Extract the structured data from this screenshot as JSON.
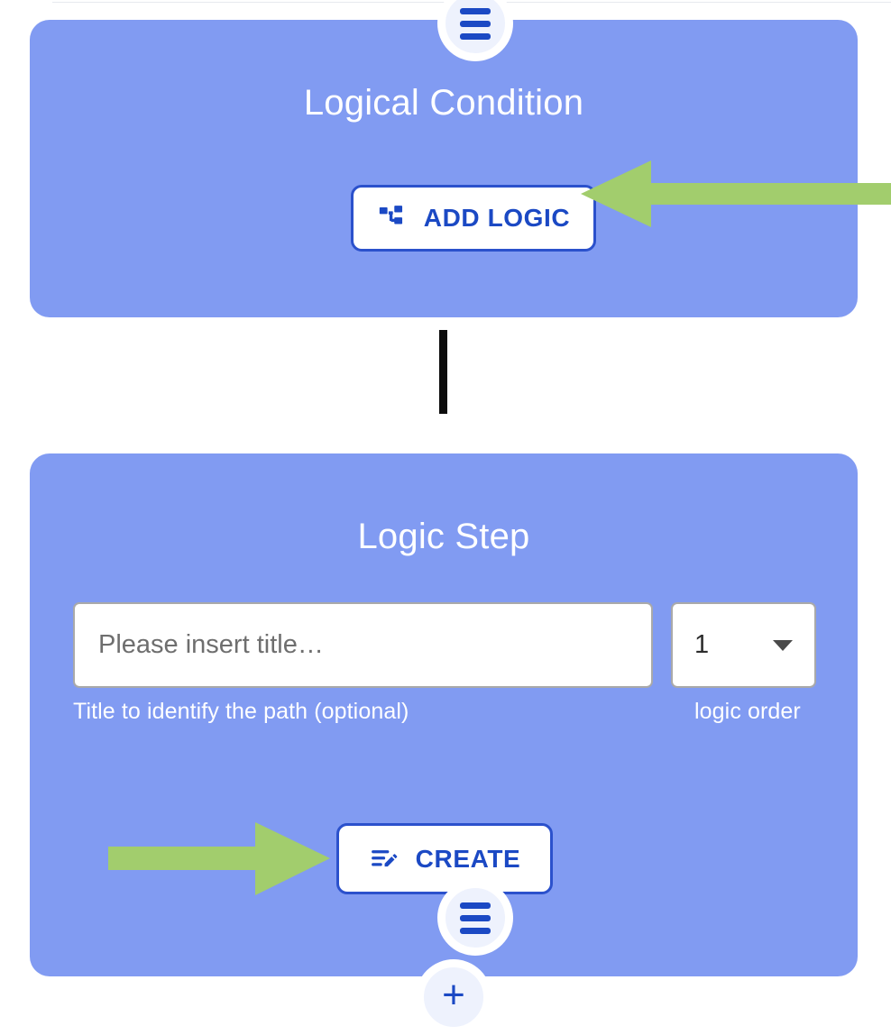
{
  "flow": {
    "condition_card": {
      "title": "Logical Condition",
      "add_logic_button": {
        "label": "ADD LOGIC",
        "icon": "account-tree-icon"
      },
      "drag_handle_icon": "hamburger-handle-icon"
    },
    "step_card": {
      "title": "Logic Step",
      "drag_handle_icon": "hamburger-handle-icon",
      "title_field": {
        "value": "",
        "placeholder": "Please insert title…",
        "helper": "Title to identify the path (optional)"
      },
      "order_field": {
        "value": "1",
        "helper": "logic order",
        "caret_icon": "chevron-down-icon",
        "options": [
          "1"
        ]
      },
      "create_button": {
        "label": "CREATE",
        "icon": "edit-note-icon"
      }
    },
    "add_step_button": {
      "icon": "plus-icon",
      "label": "+"
    },
    "annotations": [
      {
        "name": "arrow-to-add-logic",
        "direction": "left"
      },
      {
        "name": "arrow-to-create",
        "direction": "right"
      }
    ]
  },
  "theme": {
    "card_background": "#819bf2",
    "accent_blue": "#1b49c4",
    "button_border": "#2b51cc",
    "handle_background": "#eef2fd",
    "annotation_green": "#a2cd6d",
    "connector_black": "#0c0c0c",
    "page_background": "#ffffff",
    "input_border": "#a9a9a9"
  }
}
